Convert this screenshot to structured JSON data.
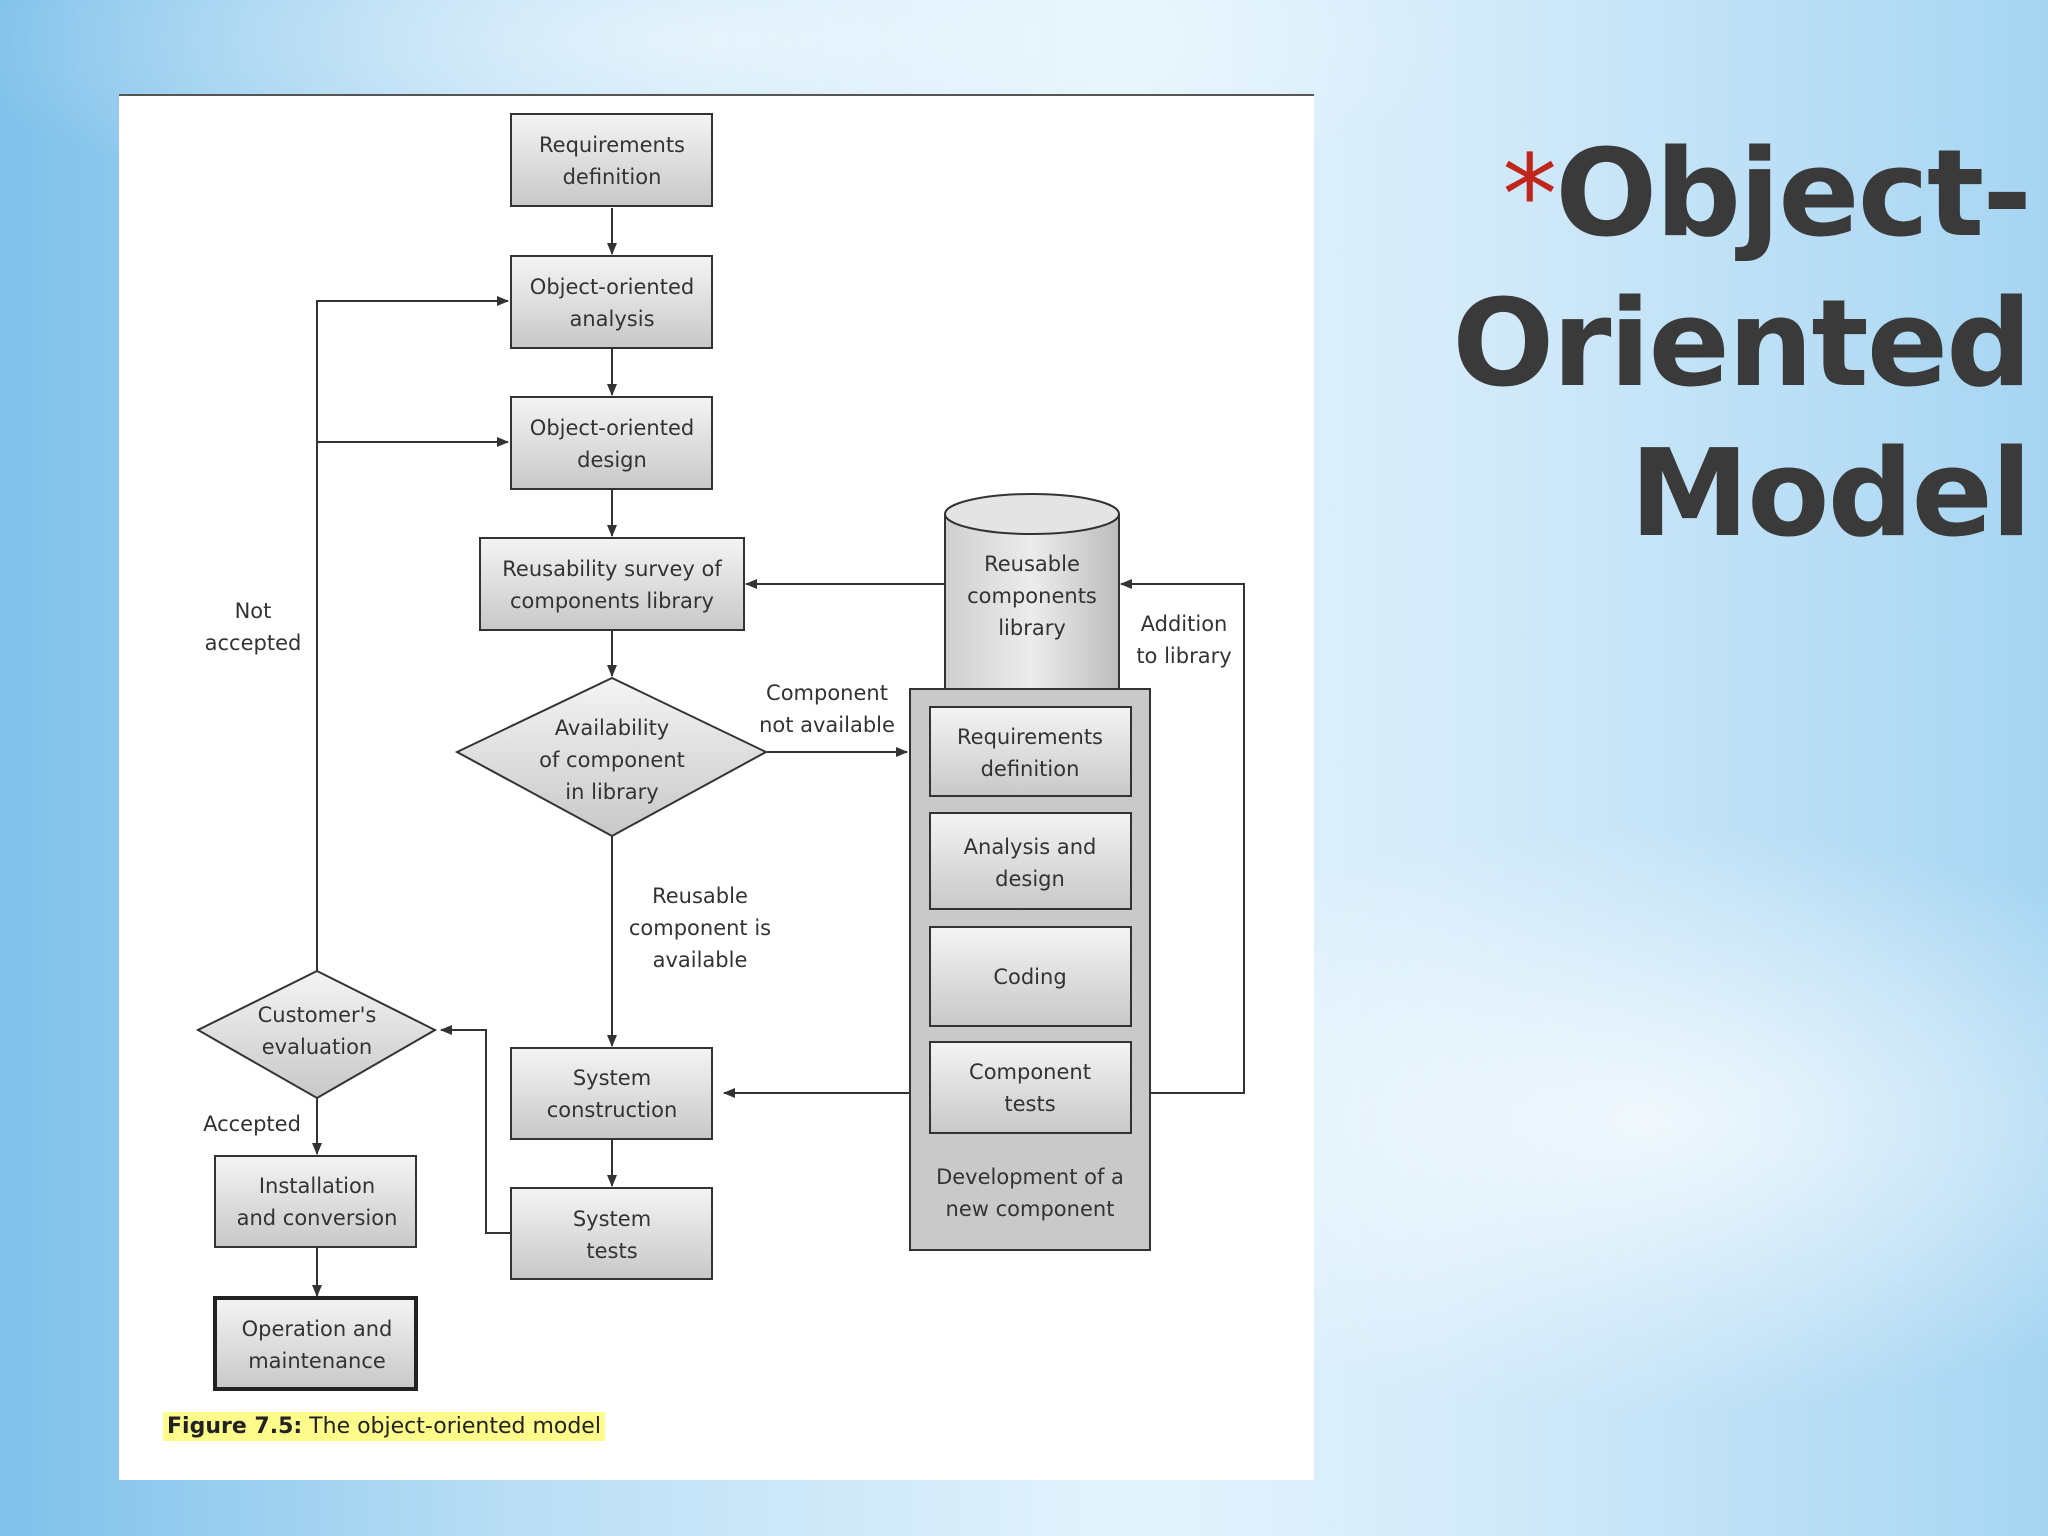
{
  "slide": {
    "title_lines": [
      "Object-",
      "Oriented",
      "Model"
    ],
    "bullet_symbol": "*",
    "colors": {
      "title": "#3a3a3a",
      "bullet": "#c0261c",
      "figure_caption_highlight": "#fdfb8a"
    }
  },
  "diagram": {
    "nodes": {
      "req_def": [
        "Requirements",
        "definition"
      ],
      "oo_analysis": [
        "Object-oriented",
        "analysis"
      ],
      "oo_design": [
        "Object-oriented",
        "design"
      ],
      "reuse_survey": [
        "Reusability survey of",
        "components library"
      ],
      "library": [
        "Reusable",
        "components",
        "library"
      ],
      "availability": [
        "Availability",
        "of component",
        "in library"
      ],
      "sub_req": [
        "Requirements",
        "definition"
      ],
      "sub_analysis": [
        "Analysis and",
        "design"
      ],
      "sub_coding": [
        "Coding"
      ],
      "sub_tests": [
        "Component",
        "tests"
      ],
      "system_construction": [
        "System",
        "construction"
      ],
      "system_tests": [
        "System",
        "tests"
      ],
      "customer_eval": [
        "Customer's",
        "evaluation"
      ],
      "installation": [
        "Installation",
        "and conversion"
      ],
      "operation": [
        "Operation and",
        "maintenance"
      ]
    },
    "labels": {
      "not_accepted": [
        "Not",
        "accepted"
      ],
      "accepted": [
        "Accepted"
      ],
      "component_not_available": [
        "Component",
        "not available"
      ],
      "reusable_available": [
        "Reusable",
        "component is",
        "available"
      ],
      "addition_to_library": [
        "Addition",
        "to library"
      ],
      "new_component": [
        "Development of a",
        "new component"
      ]
    },
    "caption": {
      "number": "Figure 7.5:",
      "text": " The object-oriented model"
    }
  }
}
